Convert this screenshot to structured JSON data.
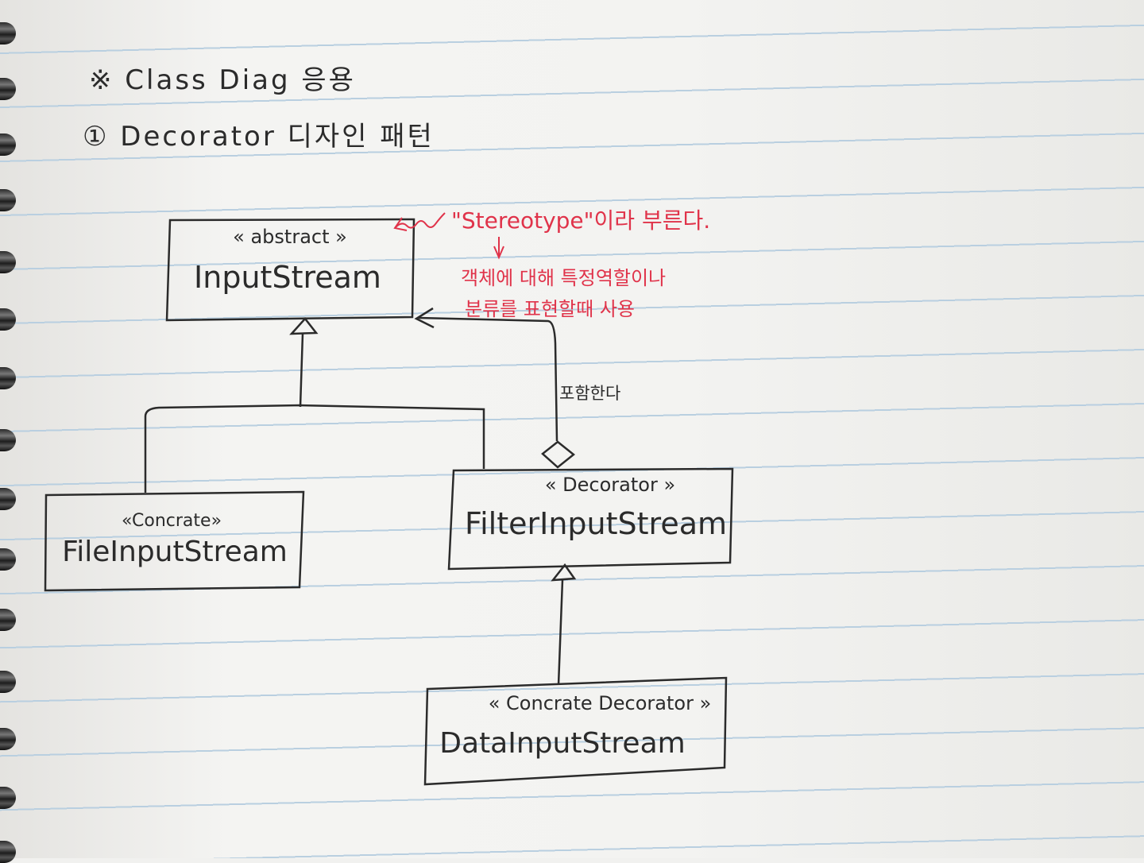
{
  "heading": {
    "line1": "※ Class Diag 응용",
    "line2": "① Decorator 디자인 패턴"
  },
  "annotation": {
    "stereotype_note": "\"Stereotype\"이라 부른다.",
    "explain_line1": "객체에 대해 특정역할이나",
    "explain_line2": "분류를 표현할때 사용",
    "aggregation_label": "포함한다",
    "color": "#e0334a"
  },
  "classes": {
    "input_stream": {
      "stereotype": "« abstract »",
      "name": "InputStream"
    },
    "file_input_stream": {
      "stereotype": "«Concrate»",
      "name": "FileInputStream"
    },
    "filter_input_stream": {
      "stereotype": "« Decorator »",
      "name": "FilterInputStream"
    },
    "data_input_stream": {
      "stereotype": "« Concrate Decorator »",
      "name": "DataInputStream"
    }
  },
  "ink_color": "#2b2b2b"
}
